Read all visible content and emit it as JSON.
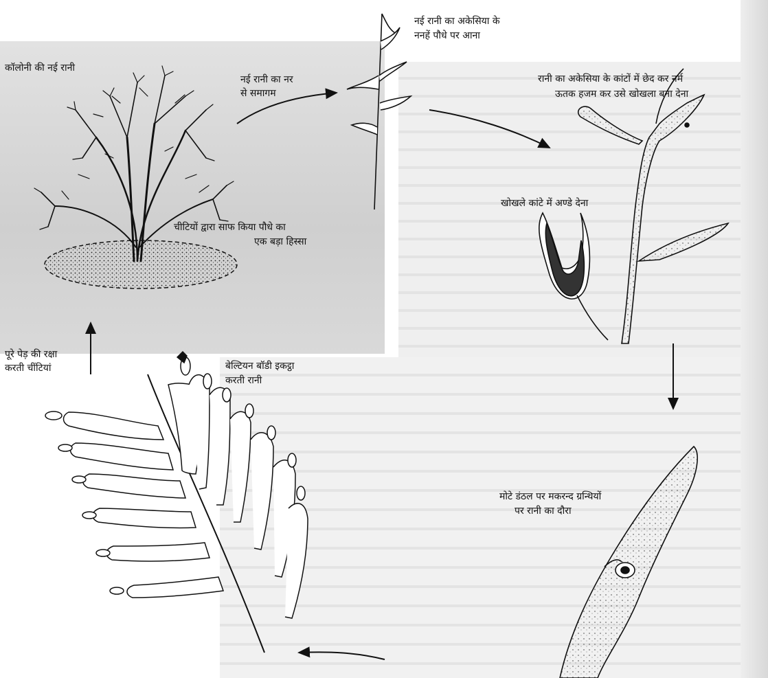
{
  "labels": {
    "colony_queen": "कॉलोनी की नई रानी",
    "mating_line1": "नई रानी का नर",
    "mating_line2": "से समागम",
    "arrival_line1": "नई रानी का अकेसिया के",
    "arrival_line2": "ननहें पौधे पर आना",
    "hollowing_line1": "रानी का अकेसिया के कांटों में छेद कर नर्म",
    "hollowing_line2": "ऊतक हजम कर उसे खोखला बना देना",
    "eggs": "खोखले कांटे में अण्डे देना",
    "cleared_line1": "चीटियों द्वारा साफ किया पौधे का",
    "cleared_line2": "एक बड़ा हिस्सा",
    "protect_line1": "पूरे पेड़ की रक्षा",
    "protect_line2": "करती चींटियां",
    "beltian_line1": "बेल्टियन बॉडी इकट्ठा",
    "beltian_line2": "करती रानी",
    "nectary_line1": "मोटे डंठल पर मकरन्द ग्रन्थियों",
    "nectary_line2": "पर रानी का दौरा"
  },
  "colors": {
    "ink": "#111111",
    "photo_bg": "#dcdcdc",
    "text_bg": "#e9e9e9"
  }
}
